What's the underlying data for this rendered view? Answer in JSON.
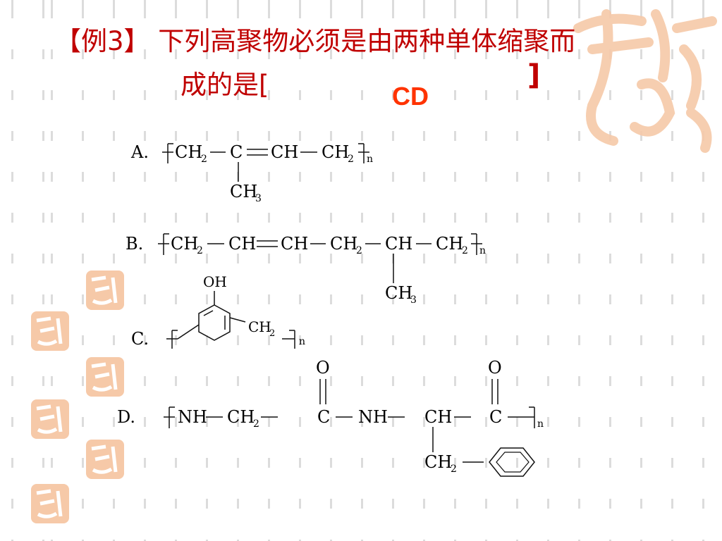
{
  "title": {
    "line1": "【例3】 下列高聚物必须是由两种单体缩聚而",
    "line2": "成的是[",
    "close_bracket": "]"
  },
  "answer": "CD",
  "options": {
    "A": {
      "label": "A.",
      "main_chain": [
        "CH",
        "C",
        "CH",
        "CH"
      ],
      "branch": "CH",
      "subscripts": [
        "2",
        "2",
        "3"
      ],
      "repeat": "n"
    },
    "B": {
      "label": "B.",
      "main_chain": [
        "CH",
        "CH",
        "CH",
        "CH",
        "CH",
        "CH"
      ],
      "branch": "CH",
      "subscripts": [
        "2",
        "2",
        "2",
        "3"
      ],
      "repeat": "n"
    },
    "C": {
      "label": "C.",
      "oh": "OH",
      "group": "CH",
      "subscript": "2",
      "repeat": "n"
    },
    "D": {
      "label": "D.",
      "main_chain": [
        "NH",
        "CH",
        "C",
        "NH",
        "CH",
        "C"
      ],
      "oxygen": "O",
      "branch": "CH",
      "subscripts": [
        "2",
        "2"
      ],
      "repeat": "n"
    }
  },
  "colors": {
    "title": "#c00000",
    "answer": "#ff3300",
    "seal": "#f6c9a8"
  }
}
